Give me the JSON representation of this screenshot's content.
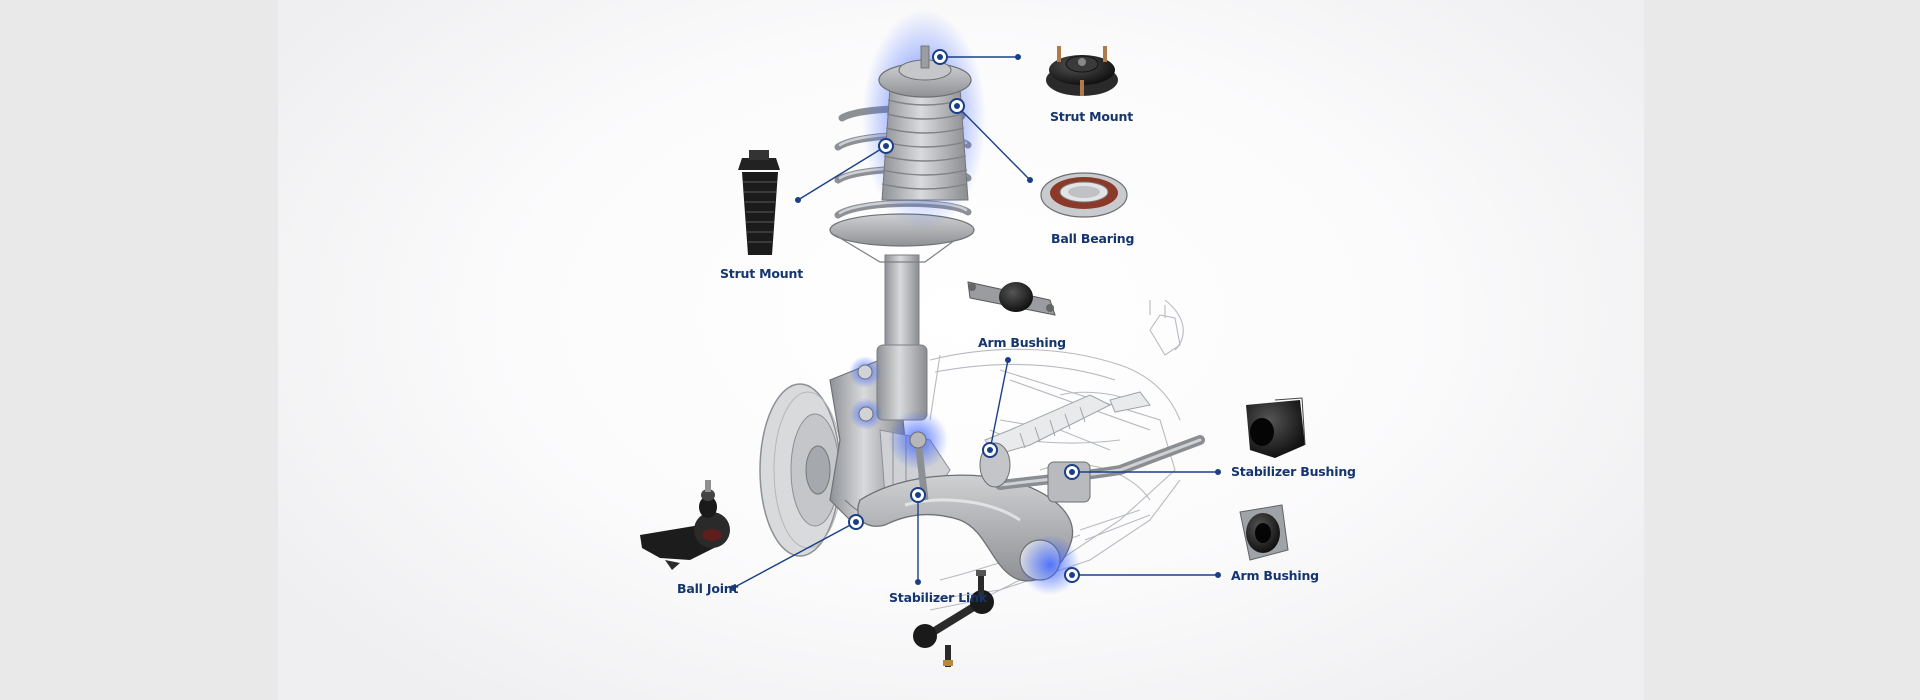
{
  "colors": {
    "accent": "#15356e",
    "callout": "#1a3f86",
    "glow": "#2b55ff",
    "sketch": "#b9bcc2",
    "metal": "#a7a9ad"
  },
  "labels": {
    "strut_mount_top": "Strut Mount",
    "ball_bearing": "Ball Bearing",
    "strut_mount_left": "Strut Mount",
    "arm_bushing_center": "Arm Bushing",
    "stabilizer_bushing": "Stabilizer Bushing",
    "arm_bushing_right": "Arm Bushing",
    "ball_joint": "Ball Joint",
    "stabilizer_link": "Stabilizer Link"
  }
}
